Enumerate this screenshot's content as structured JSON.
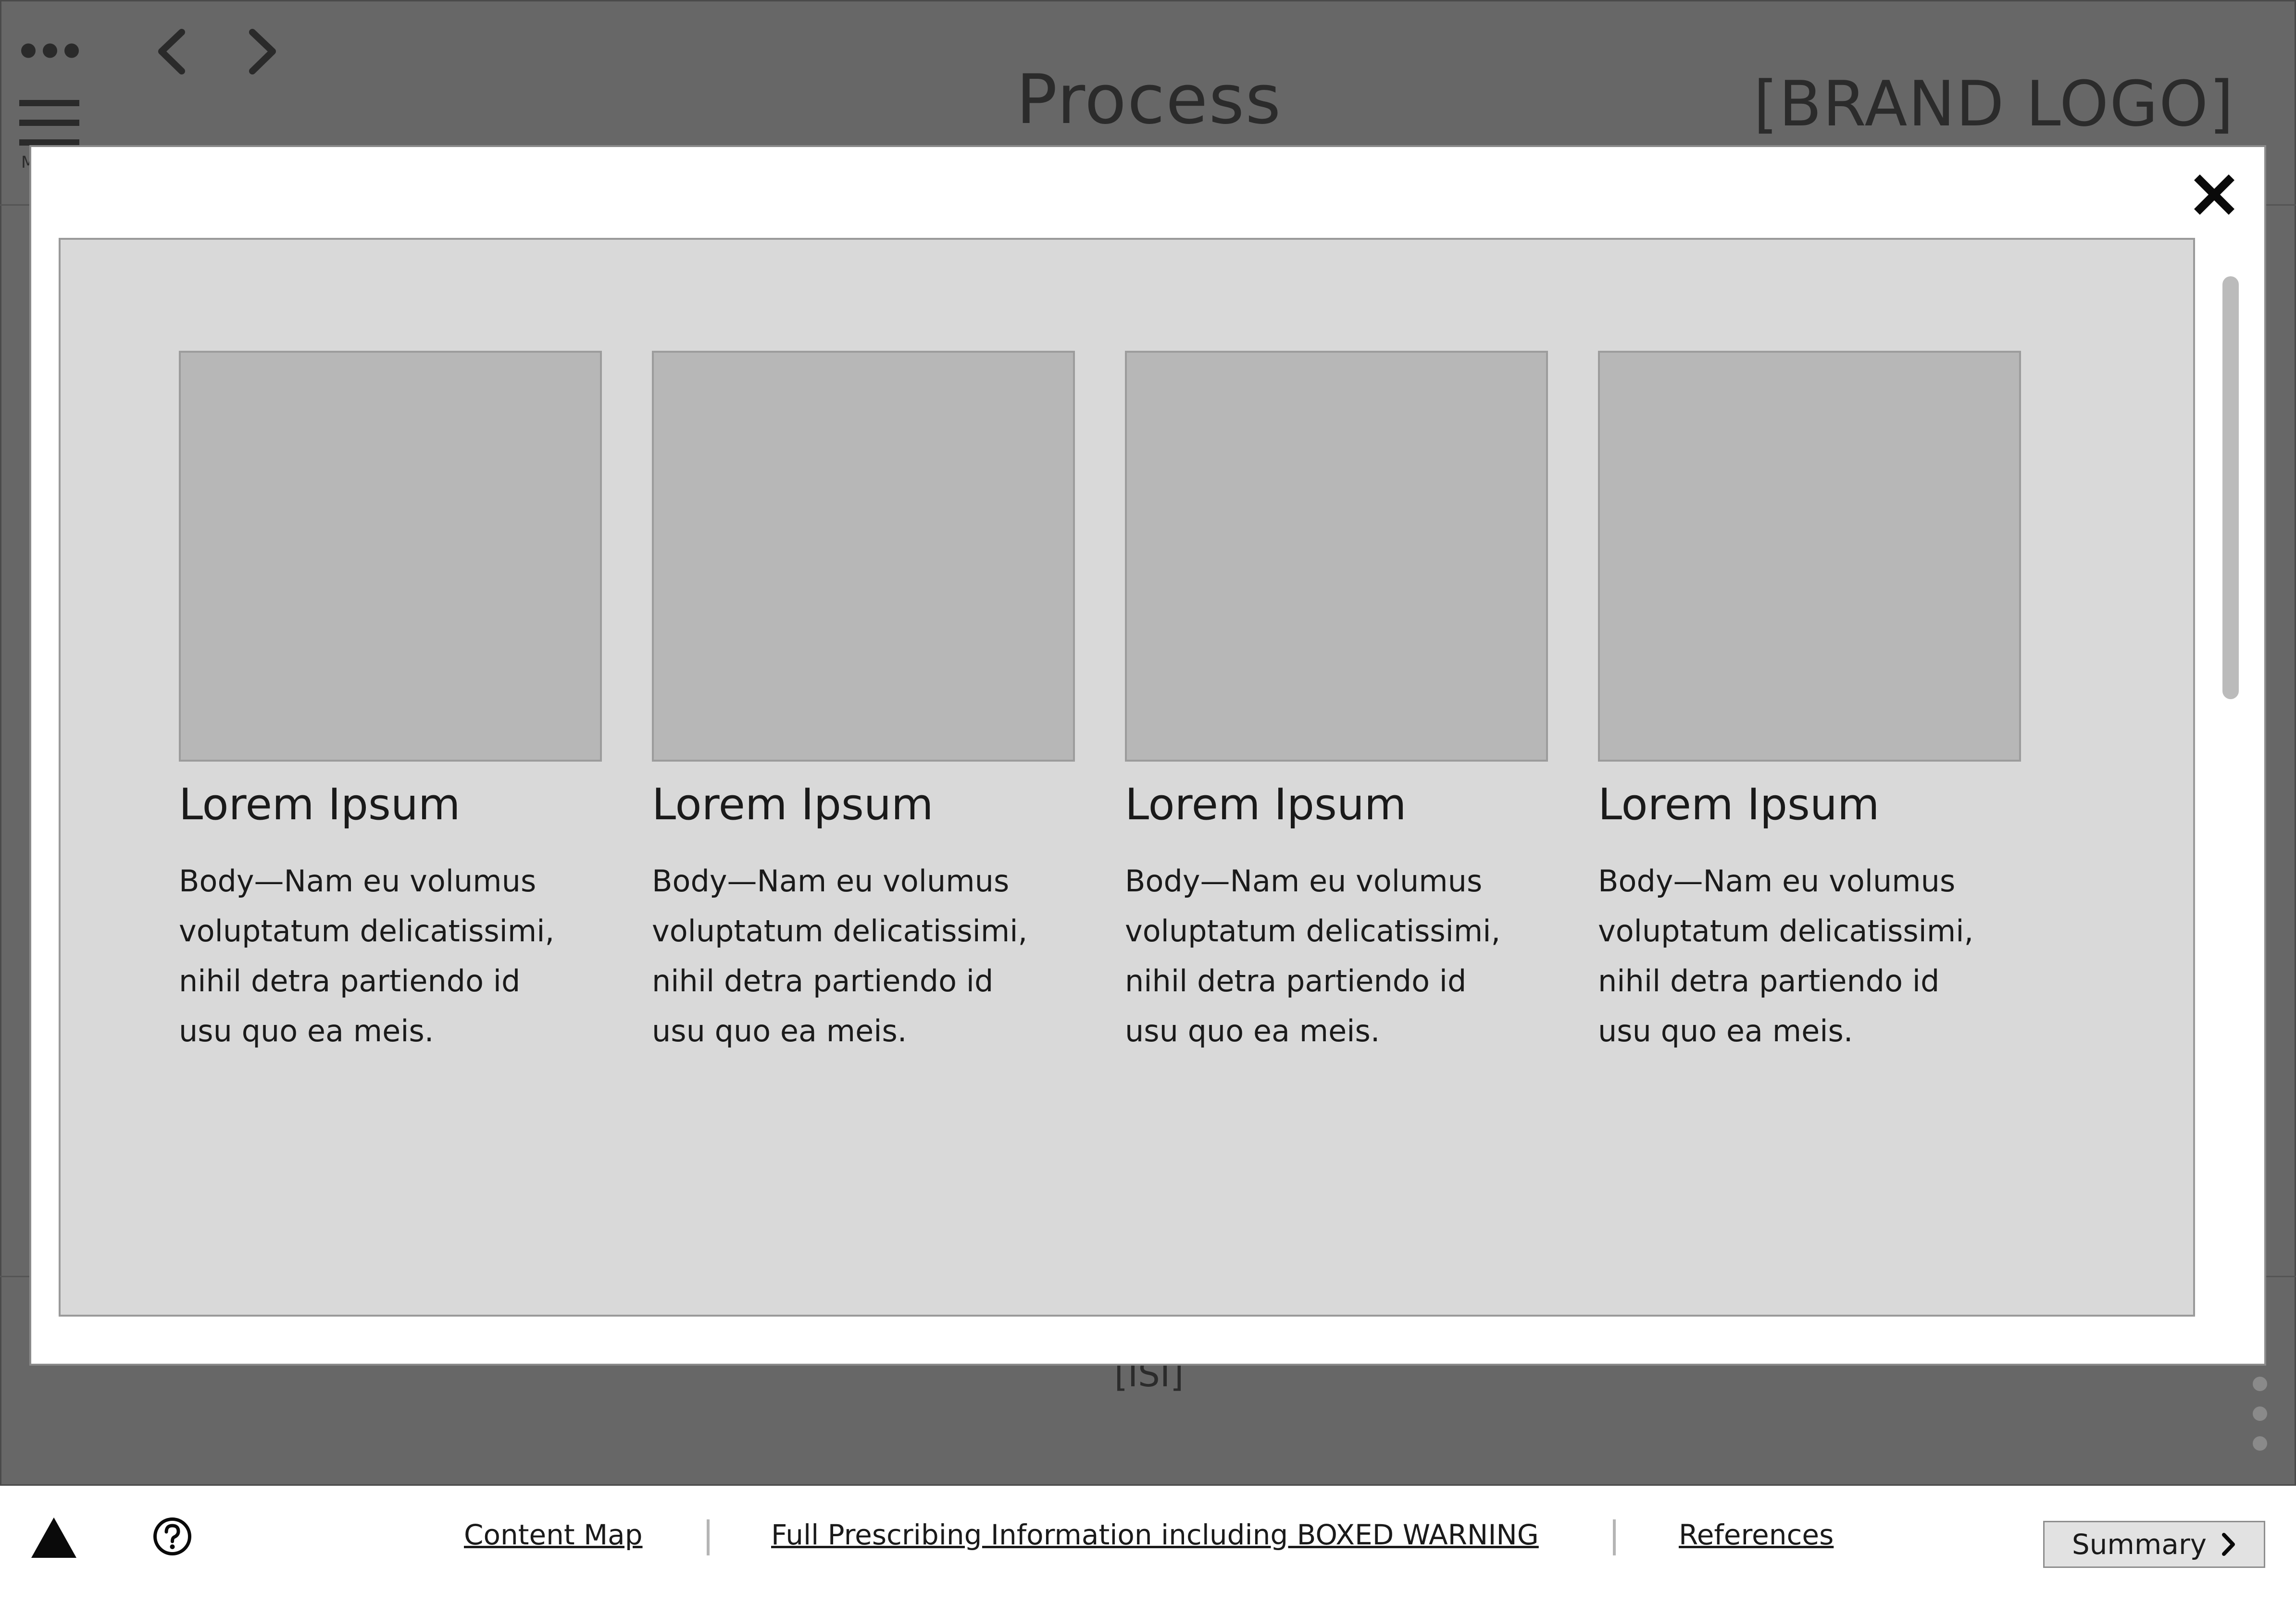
{
  "header": {
    "title": "Process",
    "brand": "[BRAND LOGO]",
    "menu_label": "M"
  },
  "modal": {
    "cards": [
      {
        "title": "Lorem Ipsum",
        "body": "Body—Nam eu volumus\nvoluptatum delicatissimi,\nnihil detra partiendo id\nusu quo ea meis."
      },
      {
        "title": "Lorem Ipsum",
        "body": "Body—Nam eu volumus\nvoluptatum delicatissimi,\nnihil detra partiendo id\nusu quo ea meis."
      },
      {
        "title": "Lorem Ipsum",
        "body": "Body—Nam eu volumus\nvoluptatum delicatissimi,\nnihil detra partiendo id\nusu quo ea meis."
      },
      {
        "title": "Lorem Ipsum",
        "body": "Body—Nam eu volumus\nvoluptatum delicatissimi,\nnihil detra partiendo id\nusu quo ea meis."
      }
    ]
  },
  "isi": {
    "label": "[ISI]"
  },
  "footer": {
    "links": {
      "content_map": "Content Map",
      "prescribing": "Full Prescribing Information including BOXED WARNING",
      "references": "References"
    },
    "summary_label": "Summary"
  },
  "colors": {
    "backdrop": "#676767",
    "panel": "#d9d9d9",
    "image_placeholder": "#b7b7b7"
  },
  "icons": [
    "more-dots-icon",
    "chevron-left-icon",
    "chevron-right-icon",
    "hamburger-menu-icon",
    "close-icon",
    "warning-triangle-icon",
    "help-circle-icon",
    "chevron-right-icon"
  ]
}
